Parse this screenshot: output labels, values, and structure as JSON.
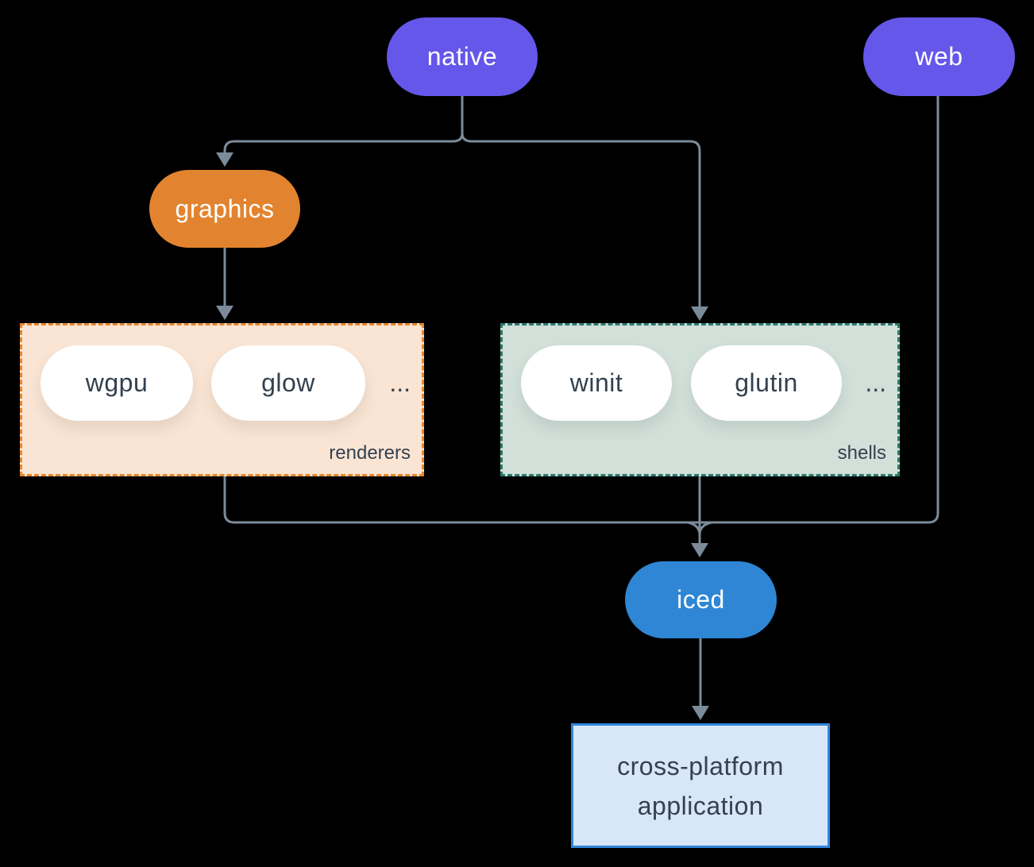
{
  "colors": {
    "bg": "#000000",
    "purple": "#6557e9",
    "orange": "#e2842f",
    "blue": "#2e86d4",
    "peach-bg": "#fae5d4",
    "peach-border": "#e8862c",
    "sage-bg": "#d2e0da",
    "sage-border": "#2c7a6b",
    "pill-bg": "#ffffff",
    "app-bg": "#d7e7f8",
    "app-border": "#3386dc",
    "line": "#7b8b9a",
    "dark-text": "#334150",
    "light-text": "#ffffff"
  },
  "nodes": {
    "native": {
      "label": "native"
    },
    "web": {
      "label": "web"
    },
    "graphics": {
      "label": "graphics"
    },
    "iced": {
      "label": "iced"
    },
    "application": {
      "line1": "cross-platform",
      "line2": "application"
    }
  },
  "groups": {
    "renderers": {
      "label": "renderers",
      "items": [
        "wgpu",
        "glow"
      ],
      "more": "..."
    },
    "shells": {
      "label": "shells",
      "items": [
        "winit",
        "glutin"
      ],
      "more": "..."
    }
  }
}
